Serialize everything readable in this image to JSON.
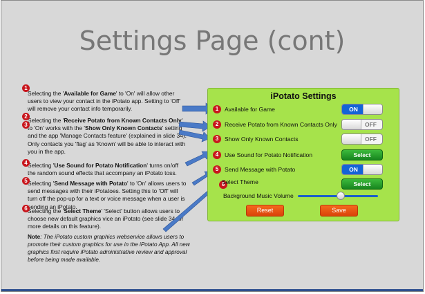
{
  "title": "Settings Page (cont)",
  "callouts": [
    {
      "num": "1",
      "pre": "Selecting the '",
      "bold": "Available for Game",
      "post": "' to 'On' will allow other users to view your contact in the iPotato app. Setting to 'Off' will remove your contact info temporarily."
    },
    {
      "num": "2",
      "pre": "Selecting the '",
      "bold": "Receive Potato from Known Contacts Only",
      "mid": "' to 'On' works with the '",
      "bold2": "Show Only Known Contacts",
      "post": "' setting and the app 'Manage Contacts feature' (explained in slide 34).  Only contacts you 'flag' as 'Known' will be able to interact with you in the app."
    },
    {
      "num": "3"
    },
    {
      "num": "4",
      "pre": "Selecting '",
      "bold": "Use Sound for Potato Notification",
      "post": "' turns on/off the random sound effects that accompany an iPotato toss."
    },
    {
      "num": "5",
      "pre": "Selecting '",
      "bold": "Send Message with Potato",
      "post": "' to 'On' allows users to send messages with their iPotatoes.  Setting this to 'Off' will turn off the pop-up for a text or voice message when a user is sending an iPotato."
    },
    {
      "num": "6",
      "pre": "Selecting  the '",
      "bold": "Select Theme",
      "post": "' 'Select' button allows users to choose new default graphics vice an iPotato (see slide 34 for more details on this feature)."
    }
  ],
  "note": {
    "label": "Note",
    "text": ":  The iPotato custom graphics webservice allows users to promote their custom graphics for use in the iPotato App. All new graphics first require iPotato administrative review and approval before being made available."
  },
  "panel": {
    "title": "iPotato Settings",
    "rows": [
      {
        "badge": "1",
        "label": "Available for Game",
        "control": "toggle",
        "state": "ON"
      },
      {
        "badge": "2",
        "label": "Receive Potato from Known Contacts Only",
        "control": "toggle",
        "state": "OFF"
      },
      {
        "badge": "3",
        "label": "Show Only Known Contacts",
        "control": "toggle",
        "state": "OFF"
      },
      {
        "badge": "4",
        "label": "Use Sound for Potato Notification",
        "control": "button",
        "state": "Select"
      },
      {
        "badge": "5",
        "label": "Send Message with Potato",
        "control": "toggle",
        "state": "ON"
      },
      {
        "badge": "6",
        "label": "Select Theme",
        "control": "button",
        "state": "Select"
      }
    ],
    "volume_label": "Background Music Volume",
    "volume_level": 0.5,
    "reset_label": "Reset",
    "save_label": "Save"
  },
  "colors": {
    "panel_bg": "#a6e34b",
    "badge": "#c8161d",
    "toggle_on": "#1464d6",
    "select_button": "#17851f",
    "action_button": "#e8520f",
    "arrow": "#4a7ac7"
  }
}
